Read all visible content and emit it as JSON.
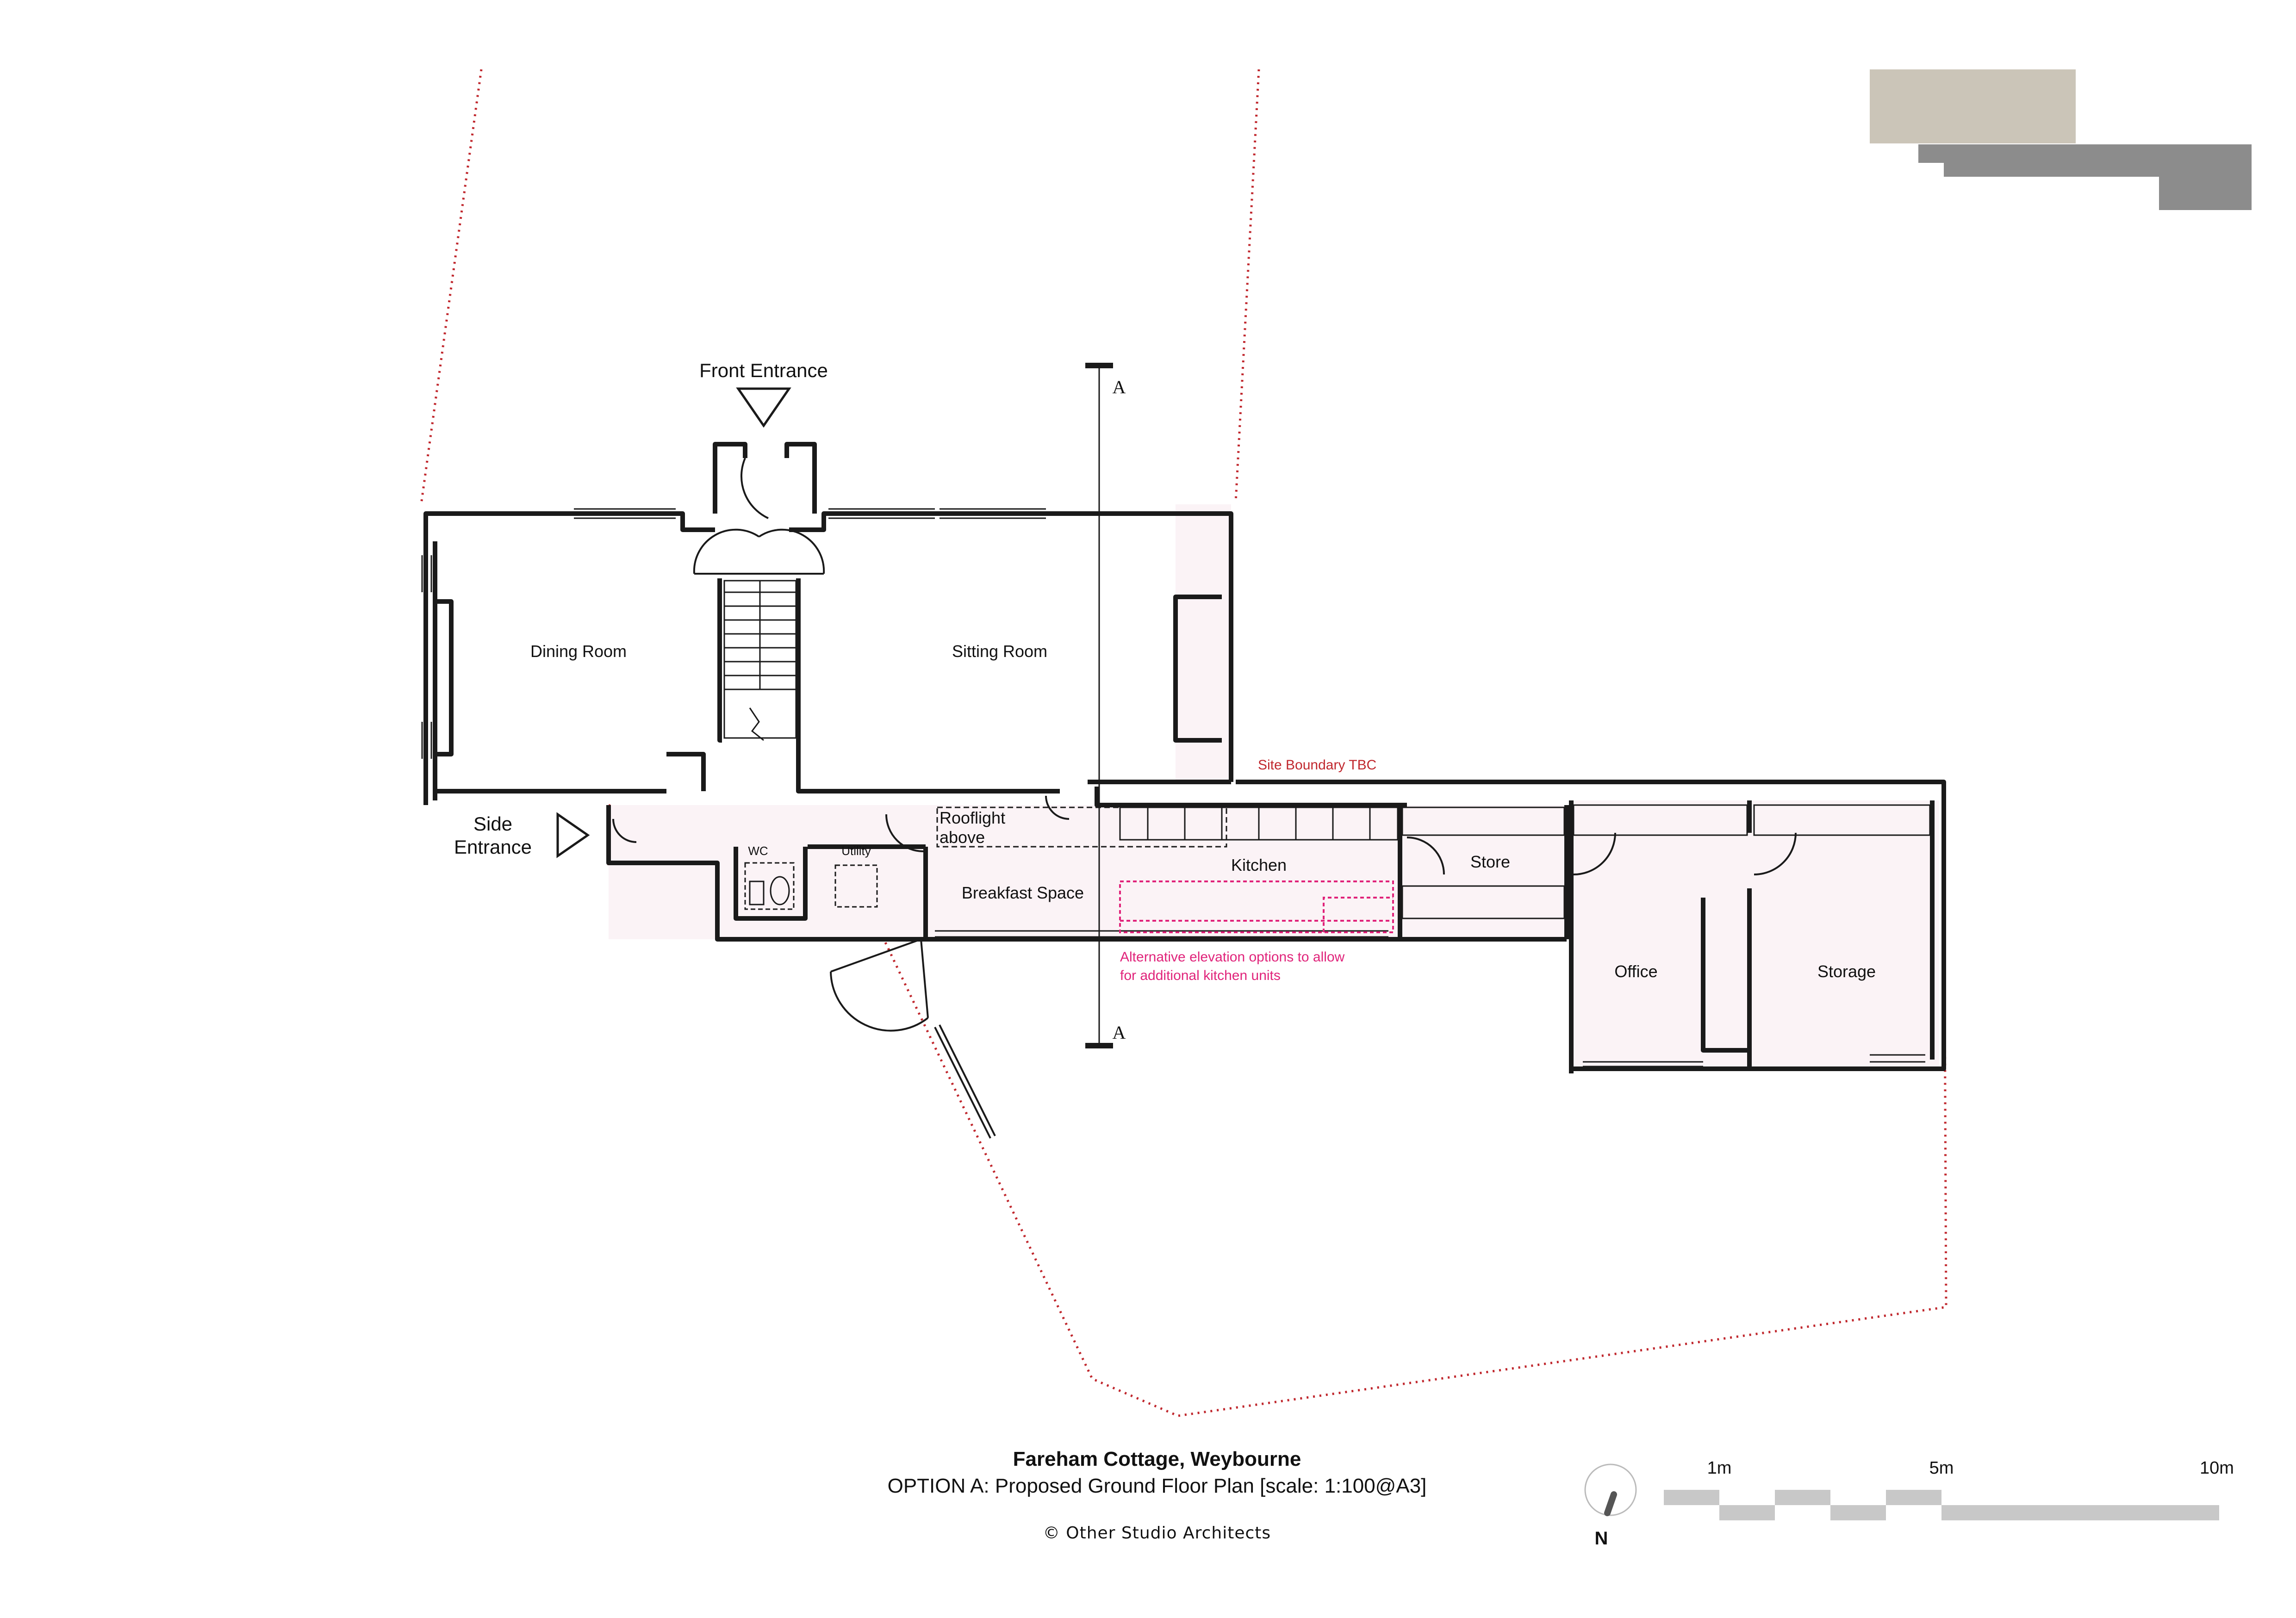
{
  "labels": {
    "front_entrance": "Front Entrance",
    "side_entrance_1": "Side",
    "side_entrance_2": "Entrance",
    "dining_room": "Dining Room",
    "sitting_room": "Sitting Room",
    "rooflight_1": "Rooflight",
    "rooflight_2": "above",
    "wc": "WC",
    "utility": "Utility",
    "breakfast_space": "Breakfast Space",
    "kitchen": "Kitchen",
    "store": "Store",
    "office": "Office",
    "storage": "Storage",
    "site_boundary": "Site Boundary TBC",
    "alt_note_1": "Alternative elevation options to allow",
    "alt_note_2": "for additional kitchen units",
    "section_top": "A",
    "section_bottom": "A"
  },
  "scale_bar": {
    "label_1m": "1m",
    "label_5m": "5m",
    "label_10m": "10m"
  },
  "north": {
    "label": "N"
  },
  "title": {
    "project": "Fareham Cottage, Weybourne",
    "drawing": "OPTION A: Proposed Ground Floor Plan [scale: 1:100@A3]",
    "copyright": "© Other Studio Architects"
  },
  "colors": {
    "wall": "#1a1a1a",
    "boundary": "#c0272d",
    "annotation": "#e0237a",
    "room_fill": "#fbf3f6",
    "logo_beige": "#cbc5b8",
    "logo_grey": "#8c8c8c",
    "scale_grey": "#c8c8c8"
  }
}
